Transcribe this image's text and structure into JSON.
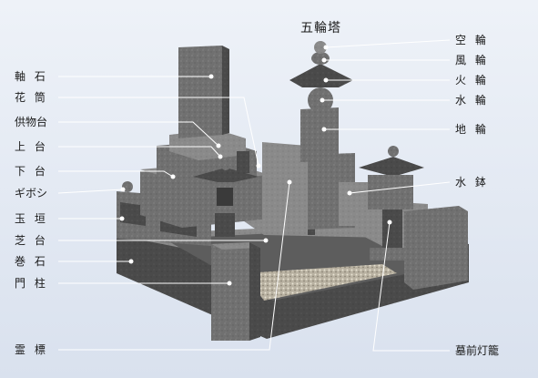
{
  "title": "五輪塔",
  "left_labels": [
    {
      "key": "jikuishi",
      "text": "軸 石"
    },
    {
      "key": "hanazutsu",
      "text": "花 筒"
    },
    {
      "key": "kumotsudai",
      "text": "供物台"
    },
    {
      "key": "joudai",
      "text": "上 台"
    },
    {
      "key": "gedai",
      "text": "下 台"
    },
    {
      "key": "giboshi",
      "text": "ギボシ"
    },
    {
      "key": "tamagaki",
      "text": "玉 垣"
    },
    {
      "key": "shibadai",
      "text": "芝 台"
    },
    {
      "key": "makiishi",
      "text": "巻 石"
    },
    {
      "key": "monchu",
      "text": "門 柱"
    },
    {
      "key": "reihyo",
      "text": "霊 標"
    }
  ],
  "right_labels": [
    {
      "key": "kurin",
      "text": "空 輪"
    },
    {
      "key": "fuurin",
      "text": "風 輪"
    },
    {
      "key": "karin",
      "text": "火 輪"
    },
    {
      "key": "suirin",
      "text": "水 輪"
    },
    {
      "key": "chirin",
      "text": "地 輪"
    },
    {
      "key": "mizubachi",
      "text": "水 鉢"
    },
    {
      "key": "tourou",
      "text": "墓前灯籠"
    }
  ],
  "colors": {
    "background": "#e6ebf4",
    "stone": "#6f6f6f",
    "leader": "#ffffff"
  }
}
